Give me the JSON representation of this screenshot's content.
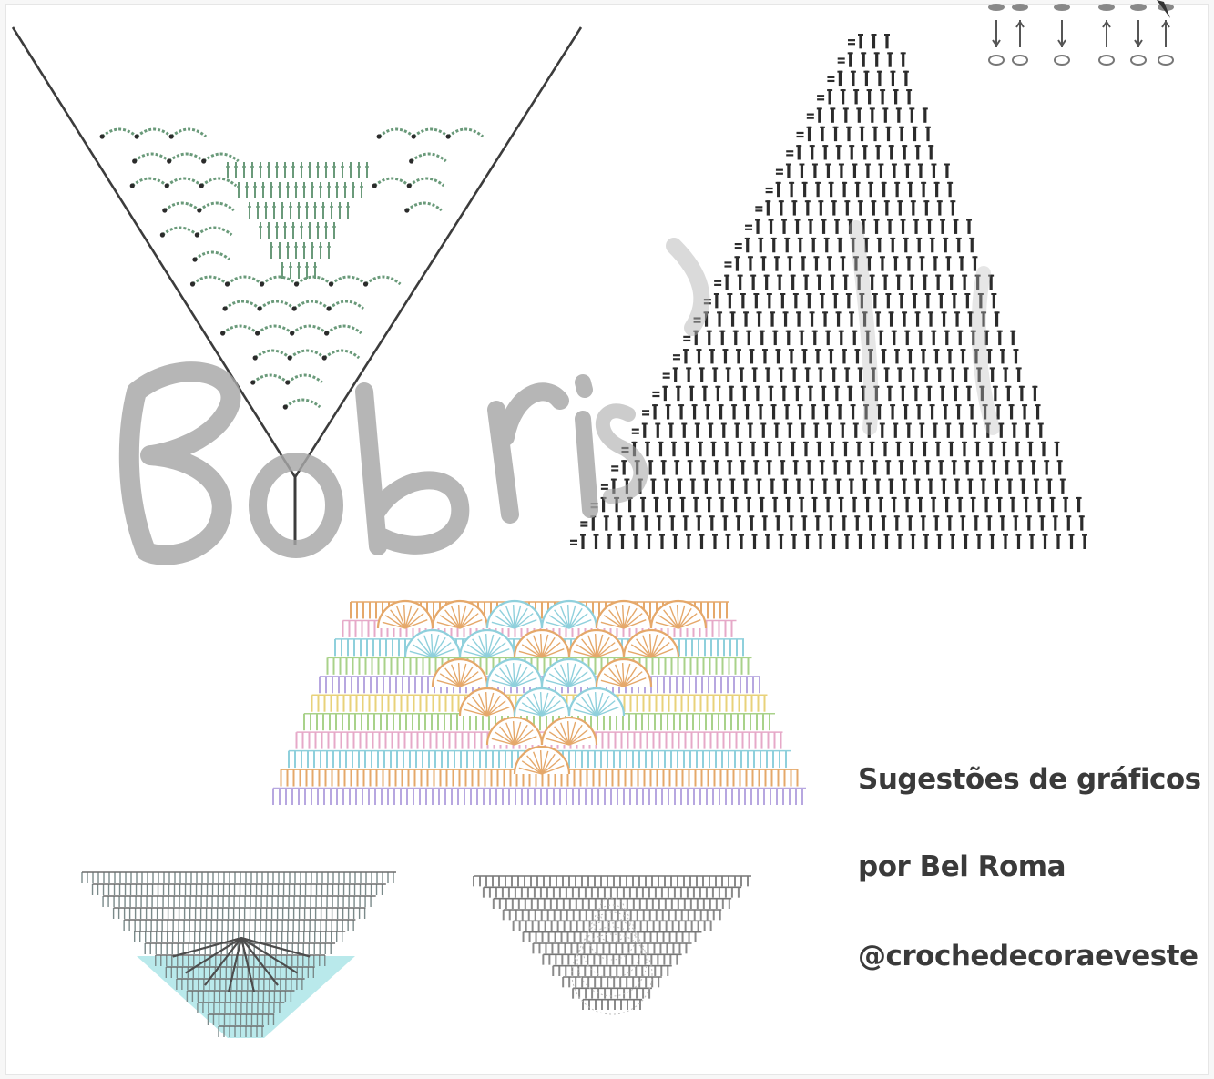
{
  "caption": {
    "line1": "Sugestões de gráficos",
    "line2": "por Bel Roma",
    "line3": "@crochedecoraeveste"
  },
  "watermark": {
    "text": "Bobris"
  },
  "colors": {
    "ink": "#2b2b2b",
    "guide_line": "#3c3c3c",
    "green_stitch": "#6a9a7a",
    "watermark_gray": "#a6a6a6",
    "band_blue": "#8fd0dc",
    "band_orange": "#e5a86a",
    "band_pink": "#e6a9c8",
    "band_green": "#a9d28a",
    "band_purple": "#b7a7e0",
    "band_yellow": "#e8d27a",
    "gray_chart": "#8a8a8a",
    "teal_fill": "#a8e3e6"
  },
  "icons": [
    "shawl-chart-icon",
    "stitch-legend-icon"
  ]
}
